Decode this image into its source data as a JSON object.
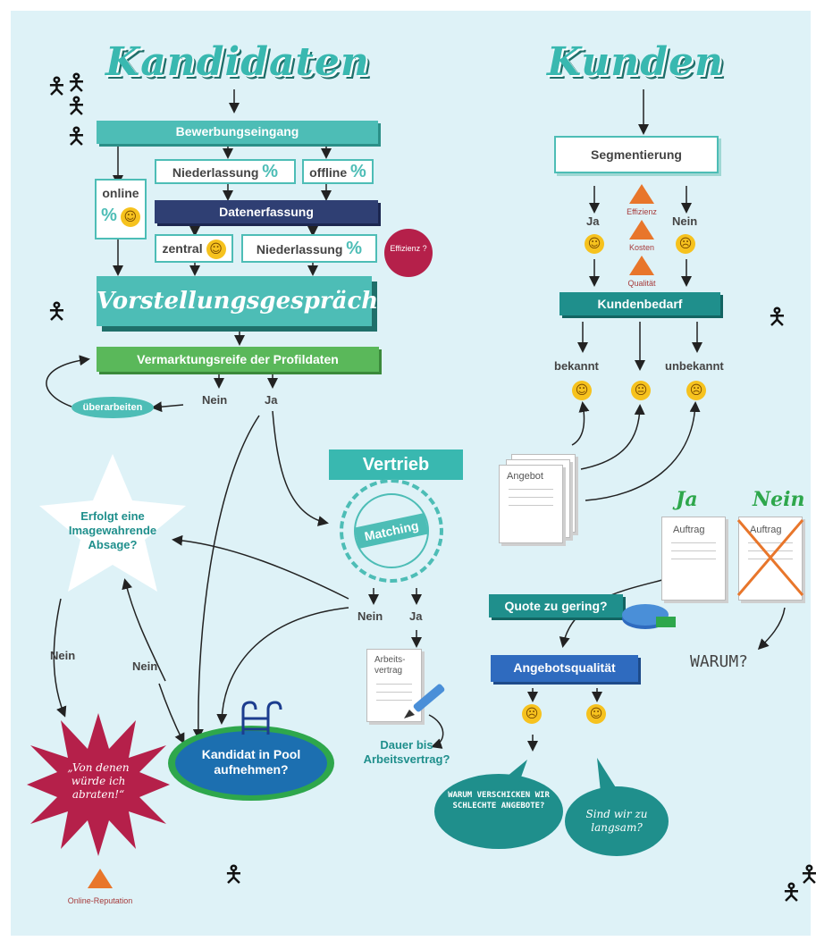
{
  "titles": {
    "kandidaten": "Kandidaten",
    "kunden": "Kunden",
    "vorstellung": "Vorstellungsgespräch",
    "vertrieb": "Vertrieb",
    "ja_script": "Ja",
    "nein_script": "Nein"
  },
  "left": {
    "bewerbungseingang": "Bewerbungseingang",
    "niederlassung1": "Niederlassung",
    "offline": "offline",
    "online": "online",
    "percent": "%",
    "datenerfassung": "Datenerfassung",
    "zentral": "zentral",
    "niederlassung2": "Niederlassung",
    "effizienz_badge": "Effizienz ?",
    "vermarktung": "Vermarktungsreife der Profildaten",
    "nein": "Nein",
    "ja": "Ja",
    "ueberarbeiten": "überarbeiten",
    "star_text": "Erfolgt eine Imagewahrende Absage?",
    "nein_left": "Nein",
    "nein_mid": "Nein",
    "burst_text": "„Von denen würde ich abraten!“",
    "online_reputation": "Online-Reputation",
    "pool": "Kandidat in Pool aufnehmen?",
    "matching": "Matching",
    "nein2": "Nein",
    "ja2": "Ja",
    "arbeitsvertrag": "Arbeits-vertrag",
    "dauer": "Dauer bis Arbeitsvertrag?"
  },
  "right": {
    "segmentierung": "Segmentierung",
    "ja": "Ja",
    "nein": "Nein",
    "effizienz": "Effizienz",
    "kosten": "Kosten",
    "qualitaet": "Qualität",
    "kundenbedarf": "Kundenbedarf",
    "bekannt": "bekannt",
    "unbekannt": "unbekannt",
    "angebot": "Angebot",
    "auftrag_ja": "Auftrag",
    "auftrag_nein": "Auftrag",
    "quote": "Quote zu gering?",
    "warum": "WARUM?",
    "angebotsqualitaet": "Angebotsqualität",
    "bubble1": "WARUM VERSCHICKEN WIR SCHLECHTE ANGEBOTE?",
    "bubble2": "Sind wir zu langsam?"
  },
  "icons": {
    "person": "person-icon",
    "smiley": "smiley-icon",
    "warning": "warning-icon",
    "document": "document-icon",
    "pen": "pen-icon",
    "pie": "pie-chart-icon"
  },
  "colors": {
    "background": "#def2f7",
    "teal": "#4dbdb6",
    "navy": "#2f3f73",
    "green": "#5ab85a",
    "blue": "#2f6bbf",
    "crimson": "#b5204a"
  }
}
